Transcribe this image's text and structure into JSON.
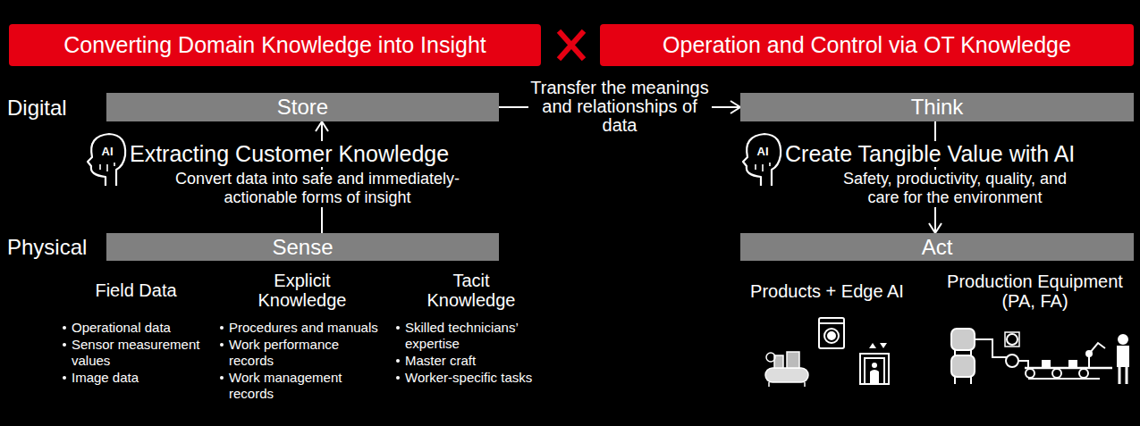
{
  "diagram": {
    "nodes": [
      {
        "text": [
          "Converting Domain Knowledge into Insight"
        ]
      },
      {
        "text": [
          "Operation and Control via OT Knowledge"
        ]
      },
      {
        "text": [
          "Store"
        ]
      },
      {
        "text": [
          "Sense"
        ]
      },
      {
        "text": [
          "Think"
        ]
      },
      {
        "text": [
          "Act"
        ]
      }
    ],
    "edges": [
      {
        "from": 3,
        "to": 2,
        "arrow": "to"
      },
      {
        "from": 2,
        "to": 4,
        "label": "Transfer the meanings and relationships of data",
        "arrow": "to"
      },
      {
        "from": 4,
        "to": 5,
        "arrow": "to"
      }
    ],
    "labels": [
      "Digital",
      "Physical",
      "AI",
      "Extracting Customer Knowledge",
      "Convert data into safe and immediately-actionable forms of insight",
      "AI",
      "Create Tangible Value with AI",
      "Safety, productivity, quality, and care for the environment",
      "Field Data",
      "Operational data",
      "Sensor measurement values",
      "Image data",
      "Explicit Knowledge",
      "Procedures and manuals",
      "Work performance records",
      "Work management records",
      "Tacit Knowledge",
      "Skilled technicians’ expertise",
      "Master craft",
      "Worker-specific tasks",
      "Products + Edge AI",
      "Production Equipment (PA, FA)"
    ]
  }
}
